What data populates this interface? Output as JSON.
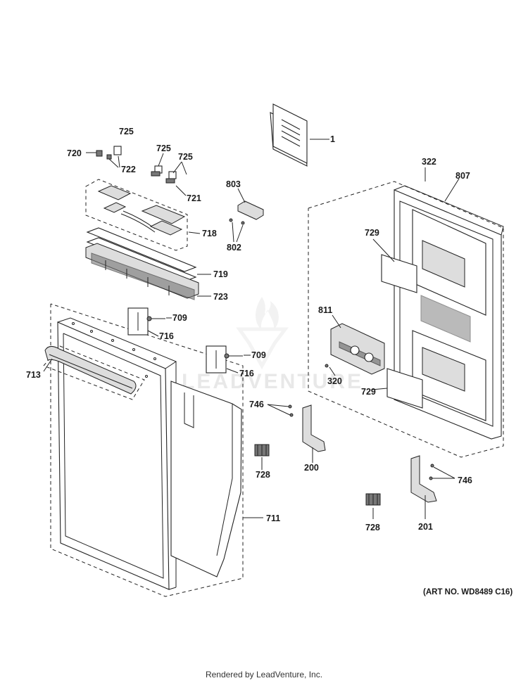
{
  "watermark": "LEADVENTURE",
  "art_number": "(ART NO. WD8489 C16)",
  "footer": "Rendered by LeadVenture, Inc.",
  "callouts": {
    "c1": "1",
    "c725a": "725",
    "c720": "720",
    "c722": "722",
    "c725b": "725",
    "c725c": "725",
    "c721": "721",
    "c803": "803",
    "c802": "802",
    "c718": "718",
    "c719": "719",
    "c723": "723",
    "c709a": "709",
    "c716a": "716",
    "c709b": "709",
    "c716b": "716",
    "c713": "713",
    "c746a": "746",
    "c200": "200",
    "c728a": "728",
    "c711": "711",
    "c322": "322",
    "c807": "807",
    "c729a": "729",
    "c811": "811",
    "c320": "320",
    "c729b": "729",
    "c746b": "746",
    "c728b": "728",
    "c201": "201"
  }
}
